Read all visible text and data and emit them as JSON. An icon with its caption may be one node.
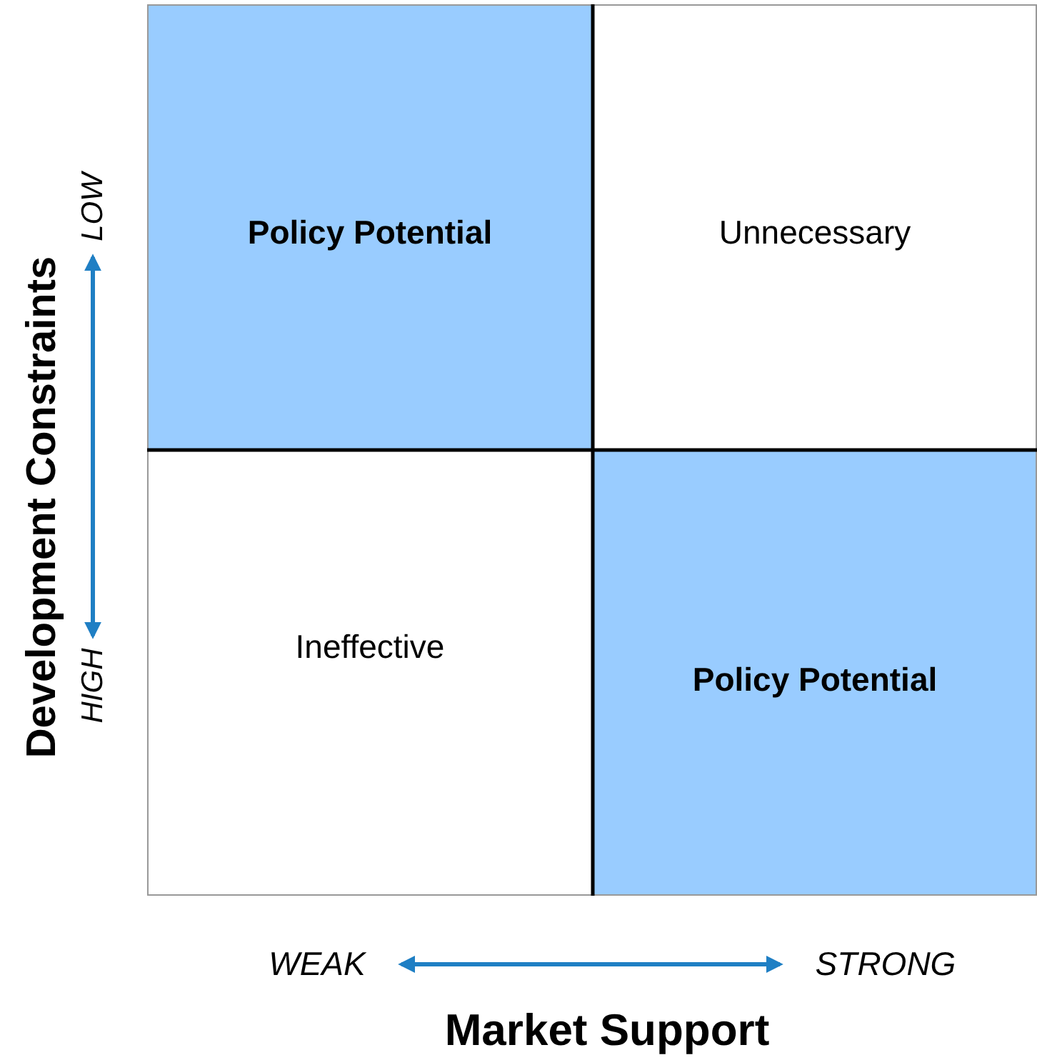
{
  "diagram": {
    "nodes": [
      {
        "text": [
          "Policy Potential"
        ]
      },
      {
        "text": [
          "Unnecessary"
        ]
      },
      {
        "text": [
          "Ineffective"
        ]
      },
      {
        "text": [
          "Policy Potential"
        ]
      }
    ],
    "labels": [
      "Development Constraints",
      "LOW",
      "HIGH",
      "WEAK",
      "STRONG",
      "Market Support"
    ]
  }
}
